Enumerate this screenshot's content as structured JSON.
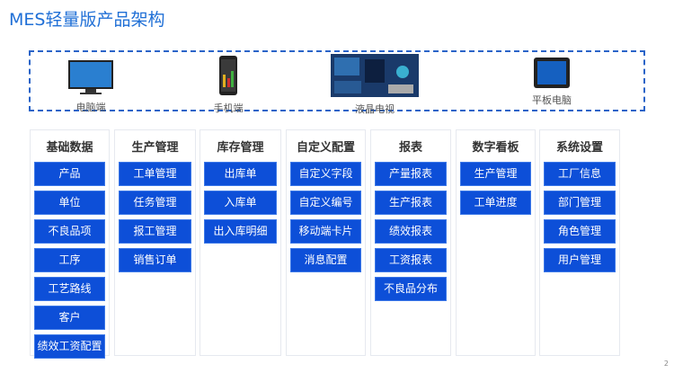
{
  "title": "MES轻量版产品架构",
  "devices": [
    {
      "label": "电脑端",
      "icon": "monitor-icon"
    },
    {
      "label": "手机端",
      "icon": "phone-icon"
    },
    {
      "label": "液晶电视",
      "icon": "tv-icon"
    },
    {
      "label": "平板电脑",
      "icon": "tablet-icon"
    }
  ],
  "columns": [
    {
      "title": "基础数据",
      "items": [
        "产品",
        "单位",
        "不良品项",
        "工序",
        "工艺路线",
        "客户",
        "绩效工资配置"
      ]
    },
    {
      "title": "生产管理",
      "items": [
        "工单管理",
        "任务管理",
        "报工管理",
        "销售订单"
      ]
    },
    {
      "title": "库存管理",
      "items": [
        "出库单",
        "入库单",
        "出入库明细"
      ]
    },
    {
      "title": "自定义配置",
      "items": [
        "自定义字段",
        "自定义编号",
        "移动端卡片",
        "消息配置"
      ]
    },
    {
      "title": "报表",
      "items": [
        "产量报表",
        "生产报表",
        "绩效报表",
        "工资报表",
        "不良品分布"
      ]
    },
    {
      "title": "数字看板",
      "items": [
        "生产管理",
        "工单进度"
      ]
    },
    {
      "title": "系统设置",
      "items": [
        "工厂信息",
        "部门管理",
        "角色管理",
        "用户管理"
      ]
    }
  ],
  "page_number": "2"
}
